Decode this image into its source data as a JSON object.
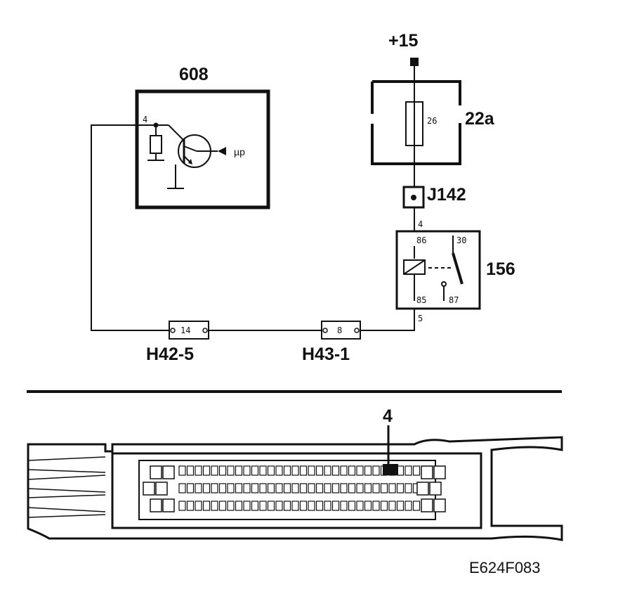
{
  "supply": {
    "label": "+15"
  },
  "components": {
    "ecu": {
      "label": "608",
      "pin": "4",
      "signal": "µp"
    },
    "fuse": {
      "label": "22a",
      "value": "26"
    },
    "junction": {
      "label": "J142",
      "pin": "4"
    },
    "relay": {
      "label": "156",
      "pin86": "86",
      "pin30": "30",
      "pin85": "85",
      "pin87": "87",
      "pin_out": "5"
    },
    "connector1": {
      "label": "H42-5",
      "pin": "14"
    },
    "connector2": {
      "label": "H43-1",
      "pin": "8"
    }
  },
  "pin_callout": {
    "label": "4"
  },
  "figure_code": "E624F083"
}
